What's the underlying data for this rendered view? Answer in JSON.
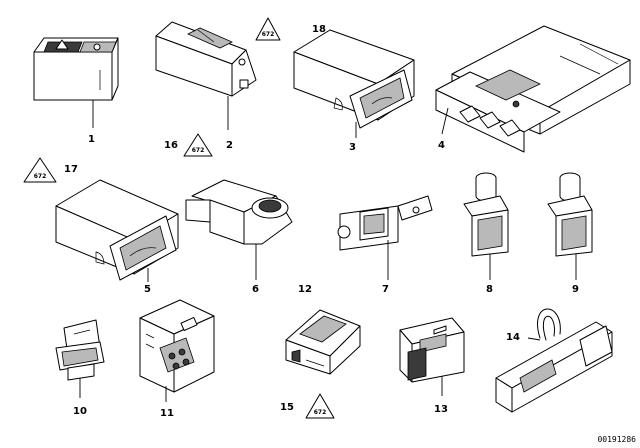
{
  "doc_id": "00191286",
  "callouts": {
    "c1": "1",
    "c2": "2",
    "c3": "3",
    "c4": "4",
    "c5": "5",
    "c6": "6",
    "c7": "7",
    "c8": "8",
    "c9": "9",
    "c10": "10",
    "c11": "11",
    "c12": "12",
    "c13": "13",
    "c14": "14",
    "c15": "15",
    "c16": "16",
    "c17": "17",
    "c18": "18"
  },
  "warning_mark": "672"
}
